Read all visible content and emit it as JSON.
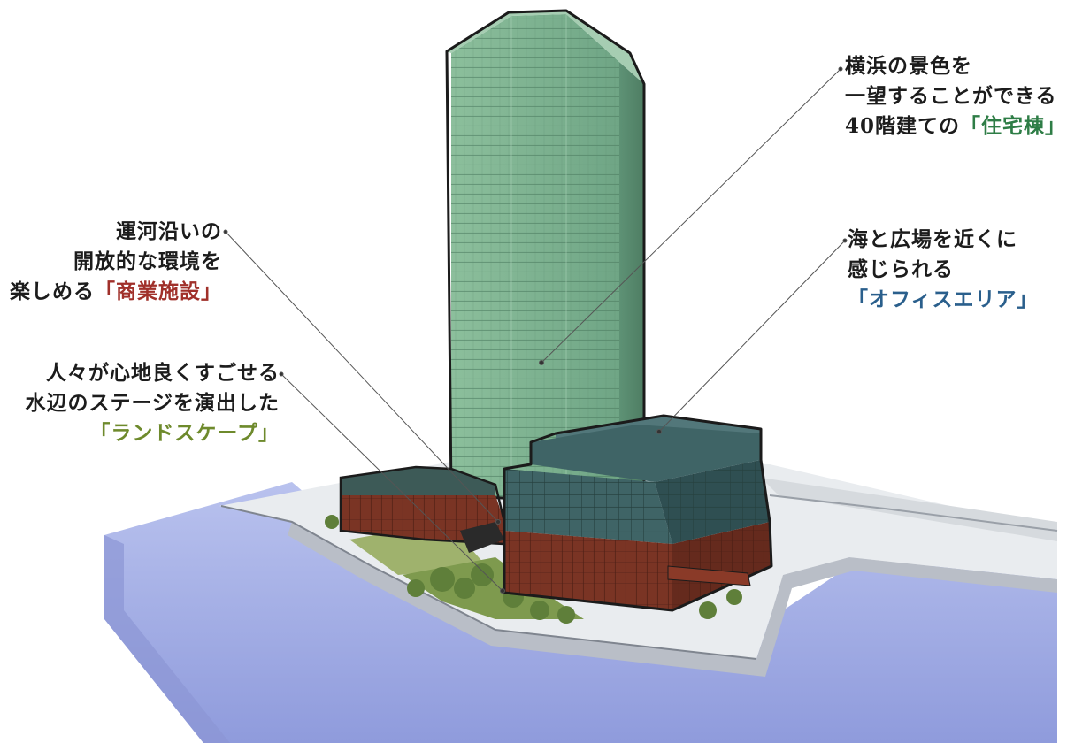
{
  "labels": {
    "residential": {
      "line1": "横浜の景色を",
      "line2": "一望することができる",
      "line3_prefix": "40階建ての",
      "line3_highlight": "「住宅棟」"
    },
    "commercial": {
      "line1": "運河沿いの",
      "line2": "開放的な環境を",
      "line3_prefix": "楽しめる",
      "line3_highlight": "「商業施設」"
    },
    "office": {
      "line1": "海と広場を近くに",
      "line2": "感じられる",
      "line3_highlight": "「オフィスエリア」"
    },
    "landscape": {
      "line1": "人々が心地良くすごせる",
      "line2": "水辺のステージを演出した",
      "line3_highlight": "「ランドスケープ」"
    }
  },
  "colors": {
    "residential_accent": "#2e7d46",
    "commercial_accent": "#a0302a",
    "office_accent": "#2a5f8c",
    "landscape_accent": "#6e8a2c",
    "tower": "#7fb08e",
    "water": "#a9b4e6",
    "brick": "#7a3424",
    "office_glass": "#3f6466"
  }
}
